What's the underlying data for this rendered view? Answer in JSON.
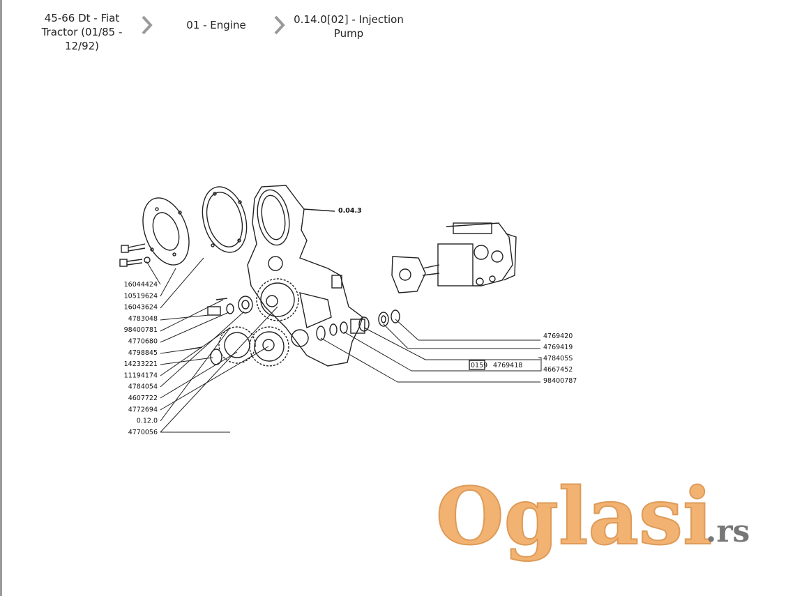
{
  "breadcrumb": {
    "items": [
      {
        "lines": [
          "45-66 Dt - Fiat",
          "Tractor (01/85 -",
          "12/92)"
        ]
      },
      {
        "lines": [
          "01 - Engine"
        ]
      },
      {
        "lines": [
          "0.14.0[02] - Injection",
          "Pump"
        ]
      }
    ]
  },
  "diagram": {
    "ref_top": "0.04.3",
    "left_parts": [
      "16044424",
      "10519624",
      "16043624",
      "4783048",
      "98400781",
      "4770680",
      "4798845",
      "14233221",
      "11194174",
      "4784054",
      "4607722",
      "4772694",
      "0.12.0",
      "4770056"
    ],
    "right_parts": [
      "4769420",
      "4769419",
      "478405S",
      "4667452",
      "98400787"
    ],
    "boxed_label": "0159",
    "boxed_part": "4769418"
  },
  "watermark": {
    "brand": "Oglasi",
    "suffix": ".rs",
    "color": "#f0a55a",
    "suffix_color": "#777777"
  }
}
